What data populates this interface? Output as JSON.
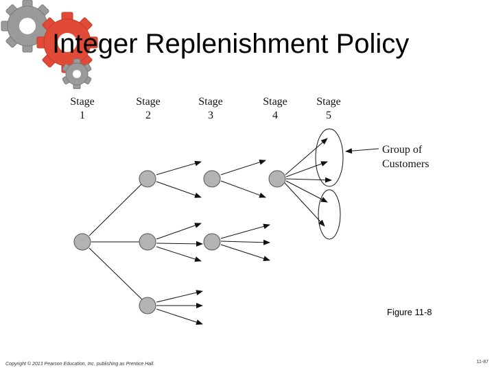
{
  "slide": {
    "title": "Integer Replenishment Policy",
    "caption": "Figure 11-8",
    "copyright": "Copyright © 2013 Pearson Education, Inc. publishing as Prentice Hall.",
    "page_number": "11-87"
  },
  "diagram": {
    "stages": [
      {
        "word": "Stage",
        "num": "1"
      },
      {
        "word": "Stage",
        "num": "2"
      },
      {
        "word": "Stage",
        "num": "3"
      },
      {
        "word": "Stage",
        "num": "4"
      },
      {
        "word": "Stage",
        "num": "5"
      }
    ],
    "callout": {
      "line1": "Group of",
      "line2": "Customers"
    }
  },
  "colors": {
    "node_fill": "#b3b3b3",
    "gear_gray": "#9a9a9a",
    "gear_red": "#e04a36"
  }
}
